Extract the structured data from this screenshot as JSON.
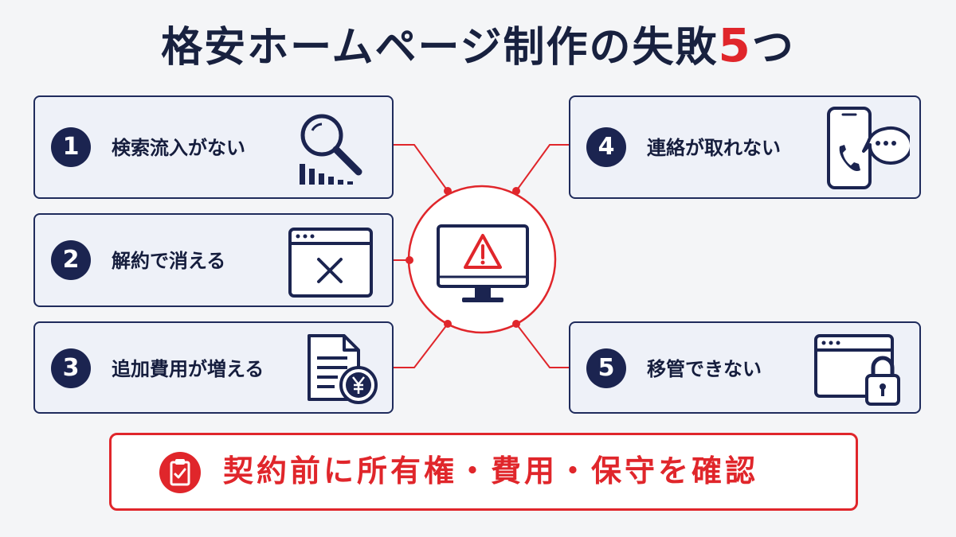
{
  "title": {
    "main": "格安ホームページ制作の失敗",
    "number": "5",
    "suffix": "つ"
  },
  "items": [
    {
      "num": "1",
      "label": "検索流入がない",
      "icon": "search-ranking-drop-icon"
    },
    {
      "num": "2",
      "label": "解約で消える",
      "icon": "browser-window-x-icon"
    },
    {
      "num": "3",
      "label": "追加費用が増える",
      "icon": "document-yen-icon"
    },
    {
      "num": "4",
      "label": "連絡が取れない",
      "icon": "smartphone-chat-icon"
    },
    {
      "num": "5",
      "label": "移管できない",
      "icon": "browser-window-lock-icon"
    }
  ],
  "center": {
    "icon": "monitor-warning-icon"
  },
  "bottom": {
    "icon": "clipboard-check-icon",
    "text": "契約前に所有権・費用・保守を確認"
  },
  "colors": {
    "navy": "#1b2450",
    "accent": "#e0262b",
    "card_bg": "#eef1f8"
  }
}
